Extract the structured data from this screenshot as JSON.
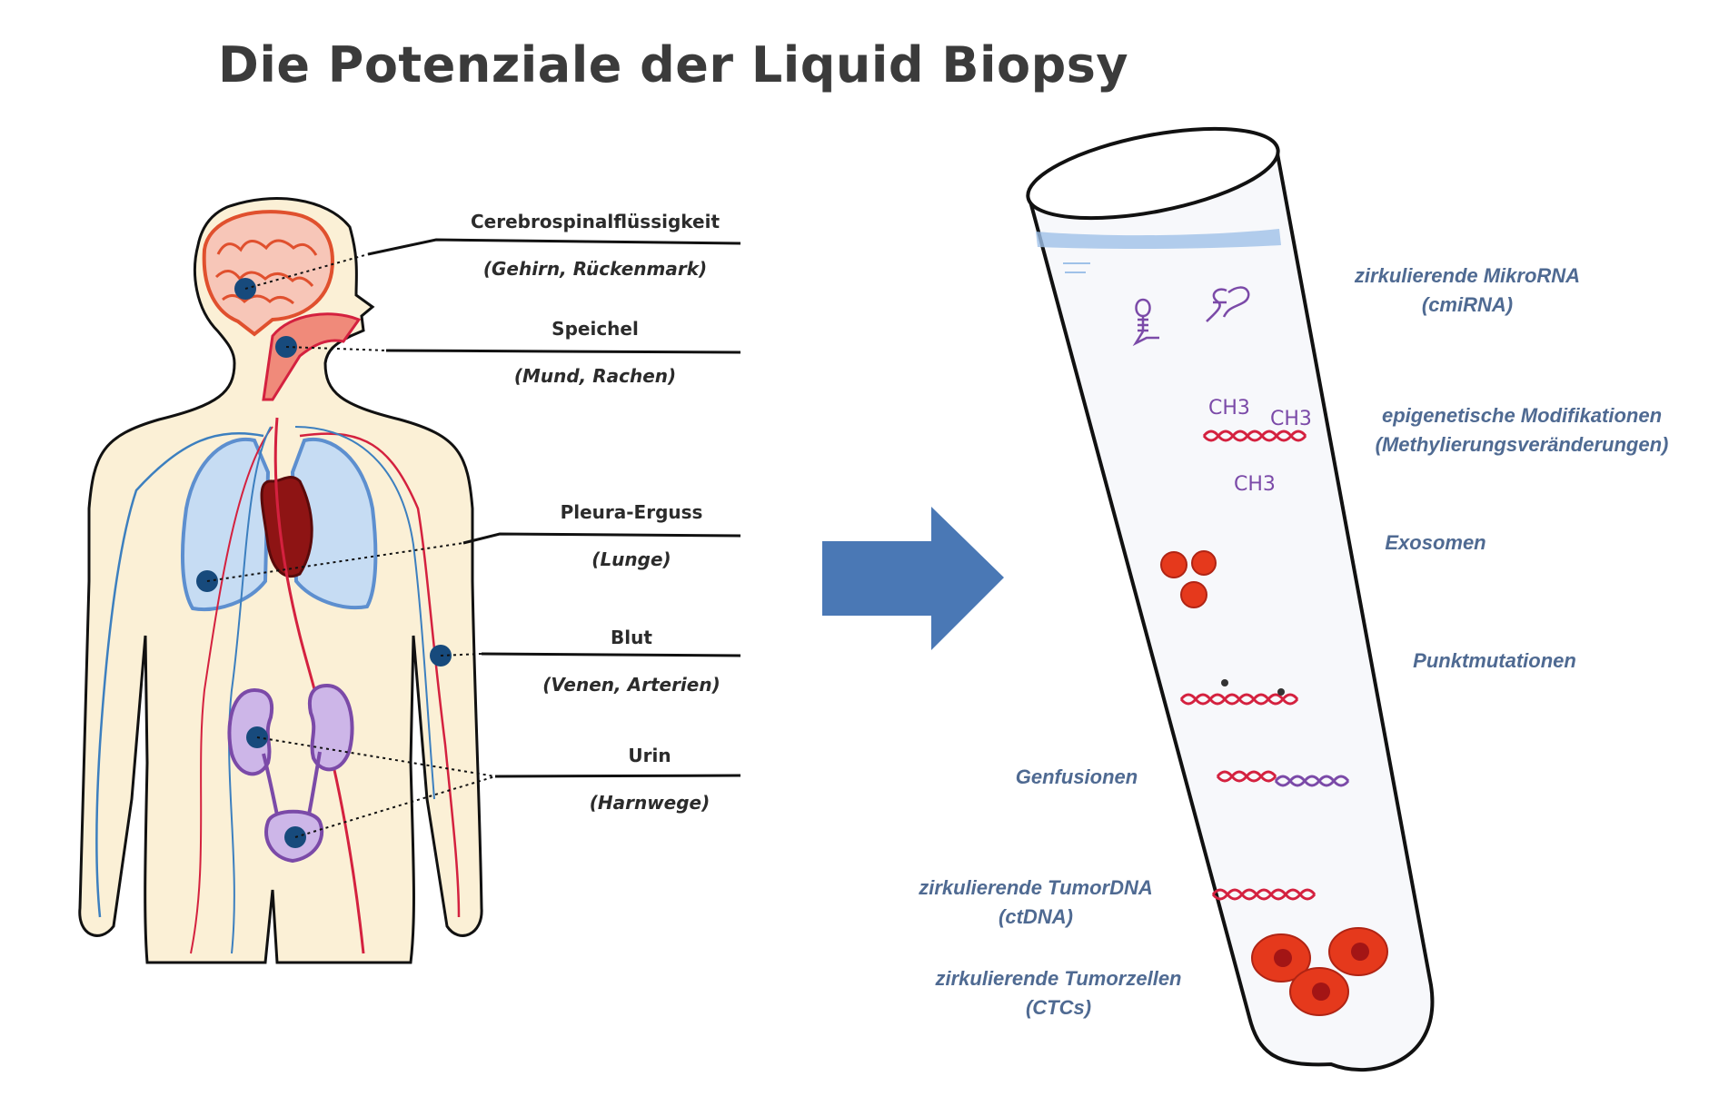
{
  "title": "Die Potenziale der Liquid Biopsy",
  "body_fluids": [
    {
      "name": "Cerebrospinalflüssigkeit",
      "source": "(Gehirn, Rückenmark)"
    },
    {
      "name": "Speichel",
      "source": "(Mund, Rachen)"
    },
    {
      "name": "Pleura-Erguss",
      "source": "(Lunge)"
    },
    {
      "name": "Blut",
      "source": "(Venen, Arterien)"
    },
    {
      "name": "Urin",
      "source": "(Harnwege)"
    }
  ],
  "tube_labels": {
    "mirna": {
      "line1": "zirkulierende MikroRNA",
      "line2": "(cmiRNA)"
    },
    "epigenetic": {
      "line1": "epigenetische Modifikationen",
      "line2": "(Methylierungsveränderungen)"
    },
    "exosomes": "Exosomen",
    "point_mutations": "Punktmutationen",
    "fusions": "Genfusionen",
    "ctdna": {
      "line1": "zirkulierende TumorDNA",
      "line2": "(ctDNA)"
    },
    "ctc": {
      "line1": "zirkulierende Tumorzellen",
      "line2": "(CTCs)"
    }
  },
  "methyl_groups": [
    "CH3",
    "CH3",
    "CH3"
  ],
  "colors": {
    "title": "#3b3b3b",
    "label_blue": "#4f6a92",
    "arrow": "#4a78b5",
    "brain": "#e0502e",
    "lung": "#8fb8e6",
    "heart": "#8e1414",
    "kidney": "#b79ad9",
    "skin": "#fbf0d6",
    "marker": "#174a7c",
    "dna_red": "#d4213f",
    "mirna_purple": "#7b4aa8",
    "cell_red": "#e5391c"
  }
}
